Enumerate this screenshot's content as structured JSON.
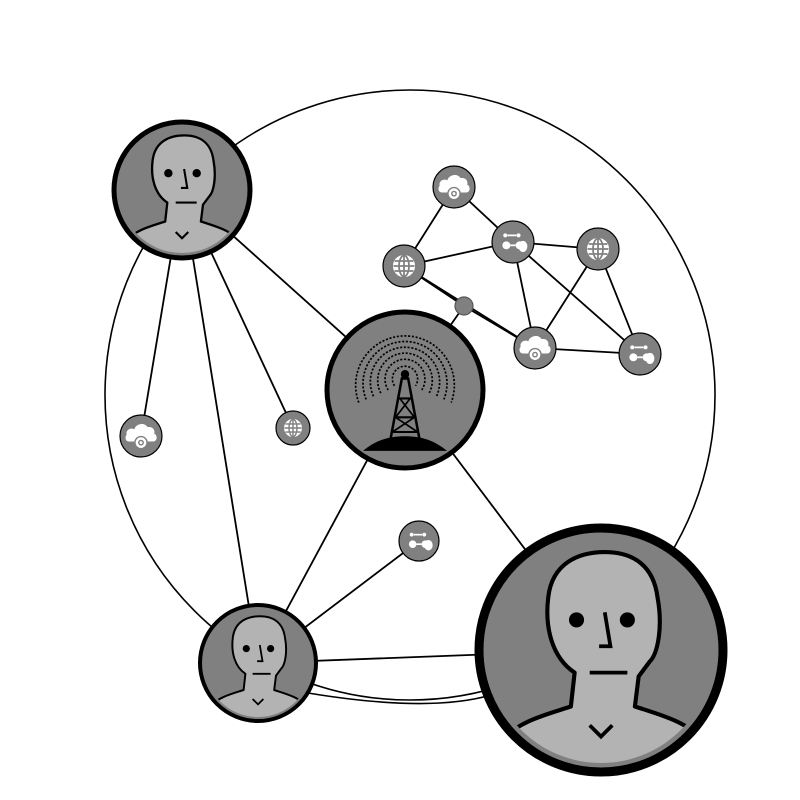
{
  "diagram": {
    "colors": {
      "background": "#ffffff",
      "line": "#000000",
      "node_fill": "#808080",
      "face_fill": "#b3b3b3",
      "icon_fill": "#ffffff",
      "ring": "#000000"
    },
    "nodes": [
      {
        "id": "person-top-left",
        "type": "person",
        "icon": "person-avatar-icon"
      },
      {
        "id": "person-bottom-left",
        "type": "person",
        "icon": "person-avatar-icon"
      },
      {
        "id": "person-bottom-right",
        "type": "person",
        "icon": "person-avatar-icon"
      },
      {
        "id": "radio-tower",
        "type": "hub",
        "icon": "radio-tower-icon"
      },
      {
        "id": "cloud-settings-left",
        "type": "service",
        "icon": "cloud-settings-icon"
      },
      {
        "id": "globe-left",
        "type": "service",
        "icon": "globe-icon"
      },
      {
        "id": "git-bottom",
        "type": "service",
        "icon": "git-branch-icon"
      },
      {
        "id": "cloud-settings-top",
        "type": "service",
        "icon": "cloud-settings-icon"
      },
      {
        "id": "globe-cluster-left",
        "type": "service",
        "icon": "globe-icon"
      },
      {
        "id": "git-cluster-mid",
        "type": "service",
        "icon": "git-branch-icon"
      },
      {
        "id": "globe-cluster-right",
        "type": "service",
        "icon": "globe-icon"
      },
      {
        "id": "cloud-settings-cluster",
        "type": "service",
        "icon": "cloud-settings-icon"
      },
      {
        "id": "git-cluster-right",
        "type": "service",
        "icon": "git-branch-icon"
      },
      {
        "id": "junction-dot",
        "type": "junction",
        "icon": ""
      }
    ],
    "edges": [
      [
        "person-top-left",
        "radio-tower"
      ],
      [
        "person-top-left",
        "cloud-settings-left"
      ],
      [
        "person-top-left",
        "globe-left"
      ],
      [
        "person-top-left",
        "person-bottom-left"
      ],
      [
        "radio-tower",
        "person-bottom-left"
      ],
      [
        "radio-tower",
        "person-bottom-right"
      ],
      [
        "radio-tower",
        "junction-dot"
      ],
      [
        "person-bottom-left",
        "git-bottom"
      ],
      [
        "person-bottom-left",
        "person-bottom-right"
      ],
      [
        "cloud-settings-top",
        "globe-cluster-left"
      ],
      [
        "cloud-settings-top",
        "git-cluster-mid"
      ],
      [
        "globe-cluster-left",
        "git-cluster-mid"
      ],
      [
        "globe-cluster-left",
        "cloud-settings-cluster"
      ],
      [
        "git-cluster-mid",
        "globe-cluster-right"
      ],
      [
        "git-cluster-mid",
        "cloud-settings-cluster"
      ],
      [
        "git-cluster-mid",
        "git-cluster-right"
      ],
      [
        "globe-cluster-right",
        "cloud-settings-cluster"
      ],
      [
        "globe-cluster-right",
        "git-cluster-right"
      ],
      [
        "cloud-settings-cluster",
        "git-cluster-right"
      ]
    ]
  }
}
